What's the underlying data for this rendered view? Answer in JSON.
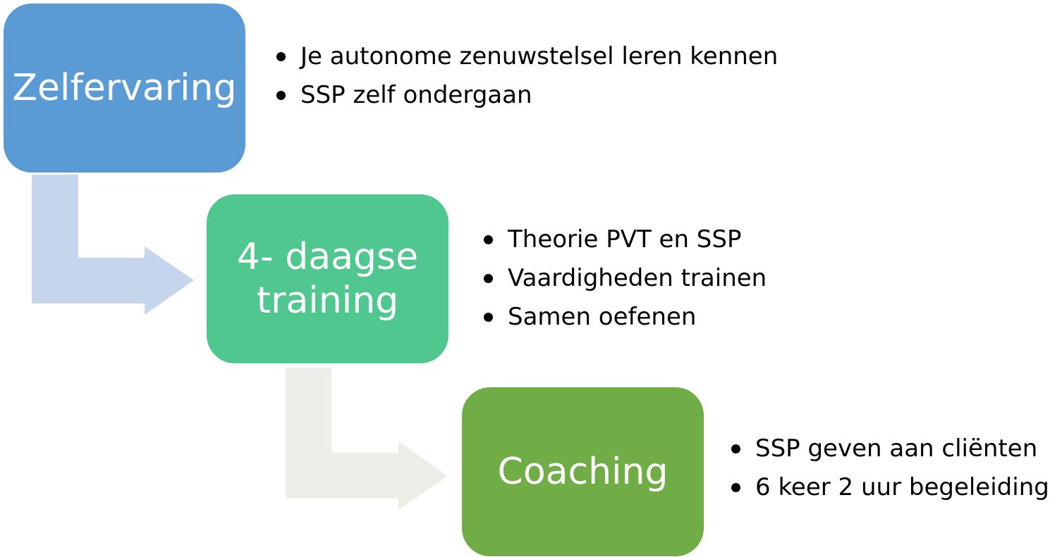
{
  "colors": {
    "step1": "#5b9bd5",
    "step2": "#4fc78f",
    "step3": "#70ad47",
    "arrow1": "#c5d5eb",
    "arrow2": "#ebefe8",
    "bullet_text": "#000000"
  },
  "steps": [
    {
      "title": "Zelfervaring",
      "bullets": [
        "Je autonome zenuwstelsel leren kennen",
        "SSP zelf ondergaan"
      ]
    },
    {
      "title": "4- daagse\ntraining",
      "bullets": [
        "Theorie PVT en SSP",
        "Vaardigheden trainen",
        "Samen oefenen"
      ]
    },
    {
      "title": "Coaching",
      "bullets": [
        "SSP geven aan cliënten",
        "6 keer 2 uur begeleiding"
      ]
    }
  ]
}
